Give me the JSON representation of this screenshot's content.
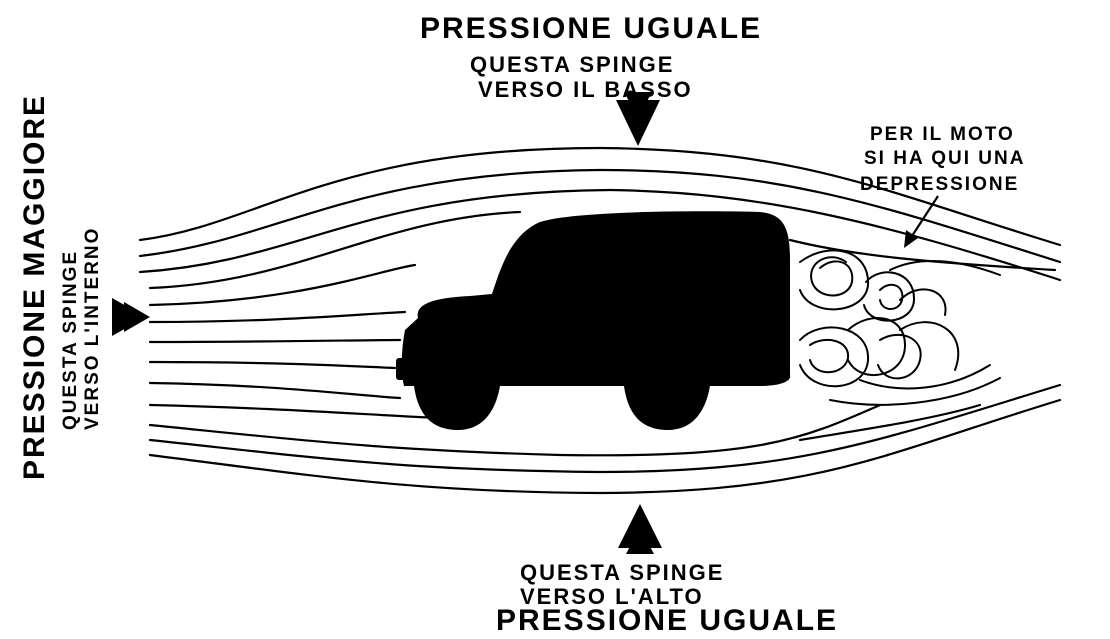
{
  "top": {
    "title": "PRESSIONE UGUALE",
    "note_line1": "QUESTA SPINGE",
    "note_line2": "VERSO IL BASSO"
  },
  "bottom": {
    "note_line1": "QUESTA SPINGE",
    "note_line2": "VERSO L'ALTO",
    "title": "PRESSIONE UGUALE"
  },
  "left": {
    "title": "PRESSIONE MAGGIORE",
    "note_line1": "QUESTA SPINGE",
    "note_line2": "VERSO L'INTERNO"
  },
  "right": {
    "line1": "PER IL MOTO",
    "line2": "SI HA QUI UNA",
    "line3": "DEPRESSIONE"
  }
}
